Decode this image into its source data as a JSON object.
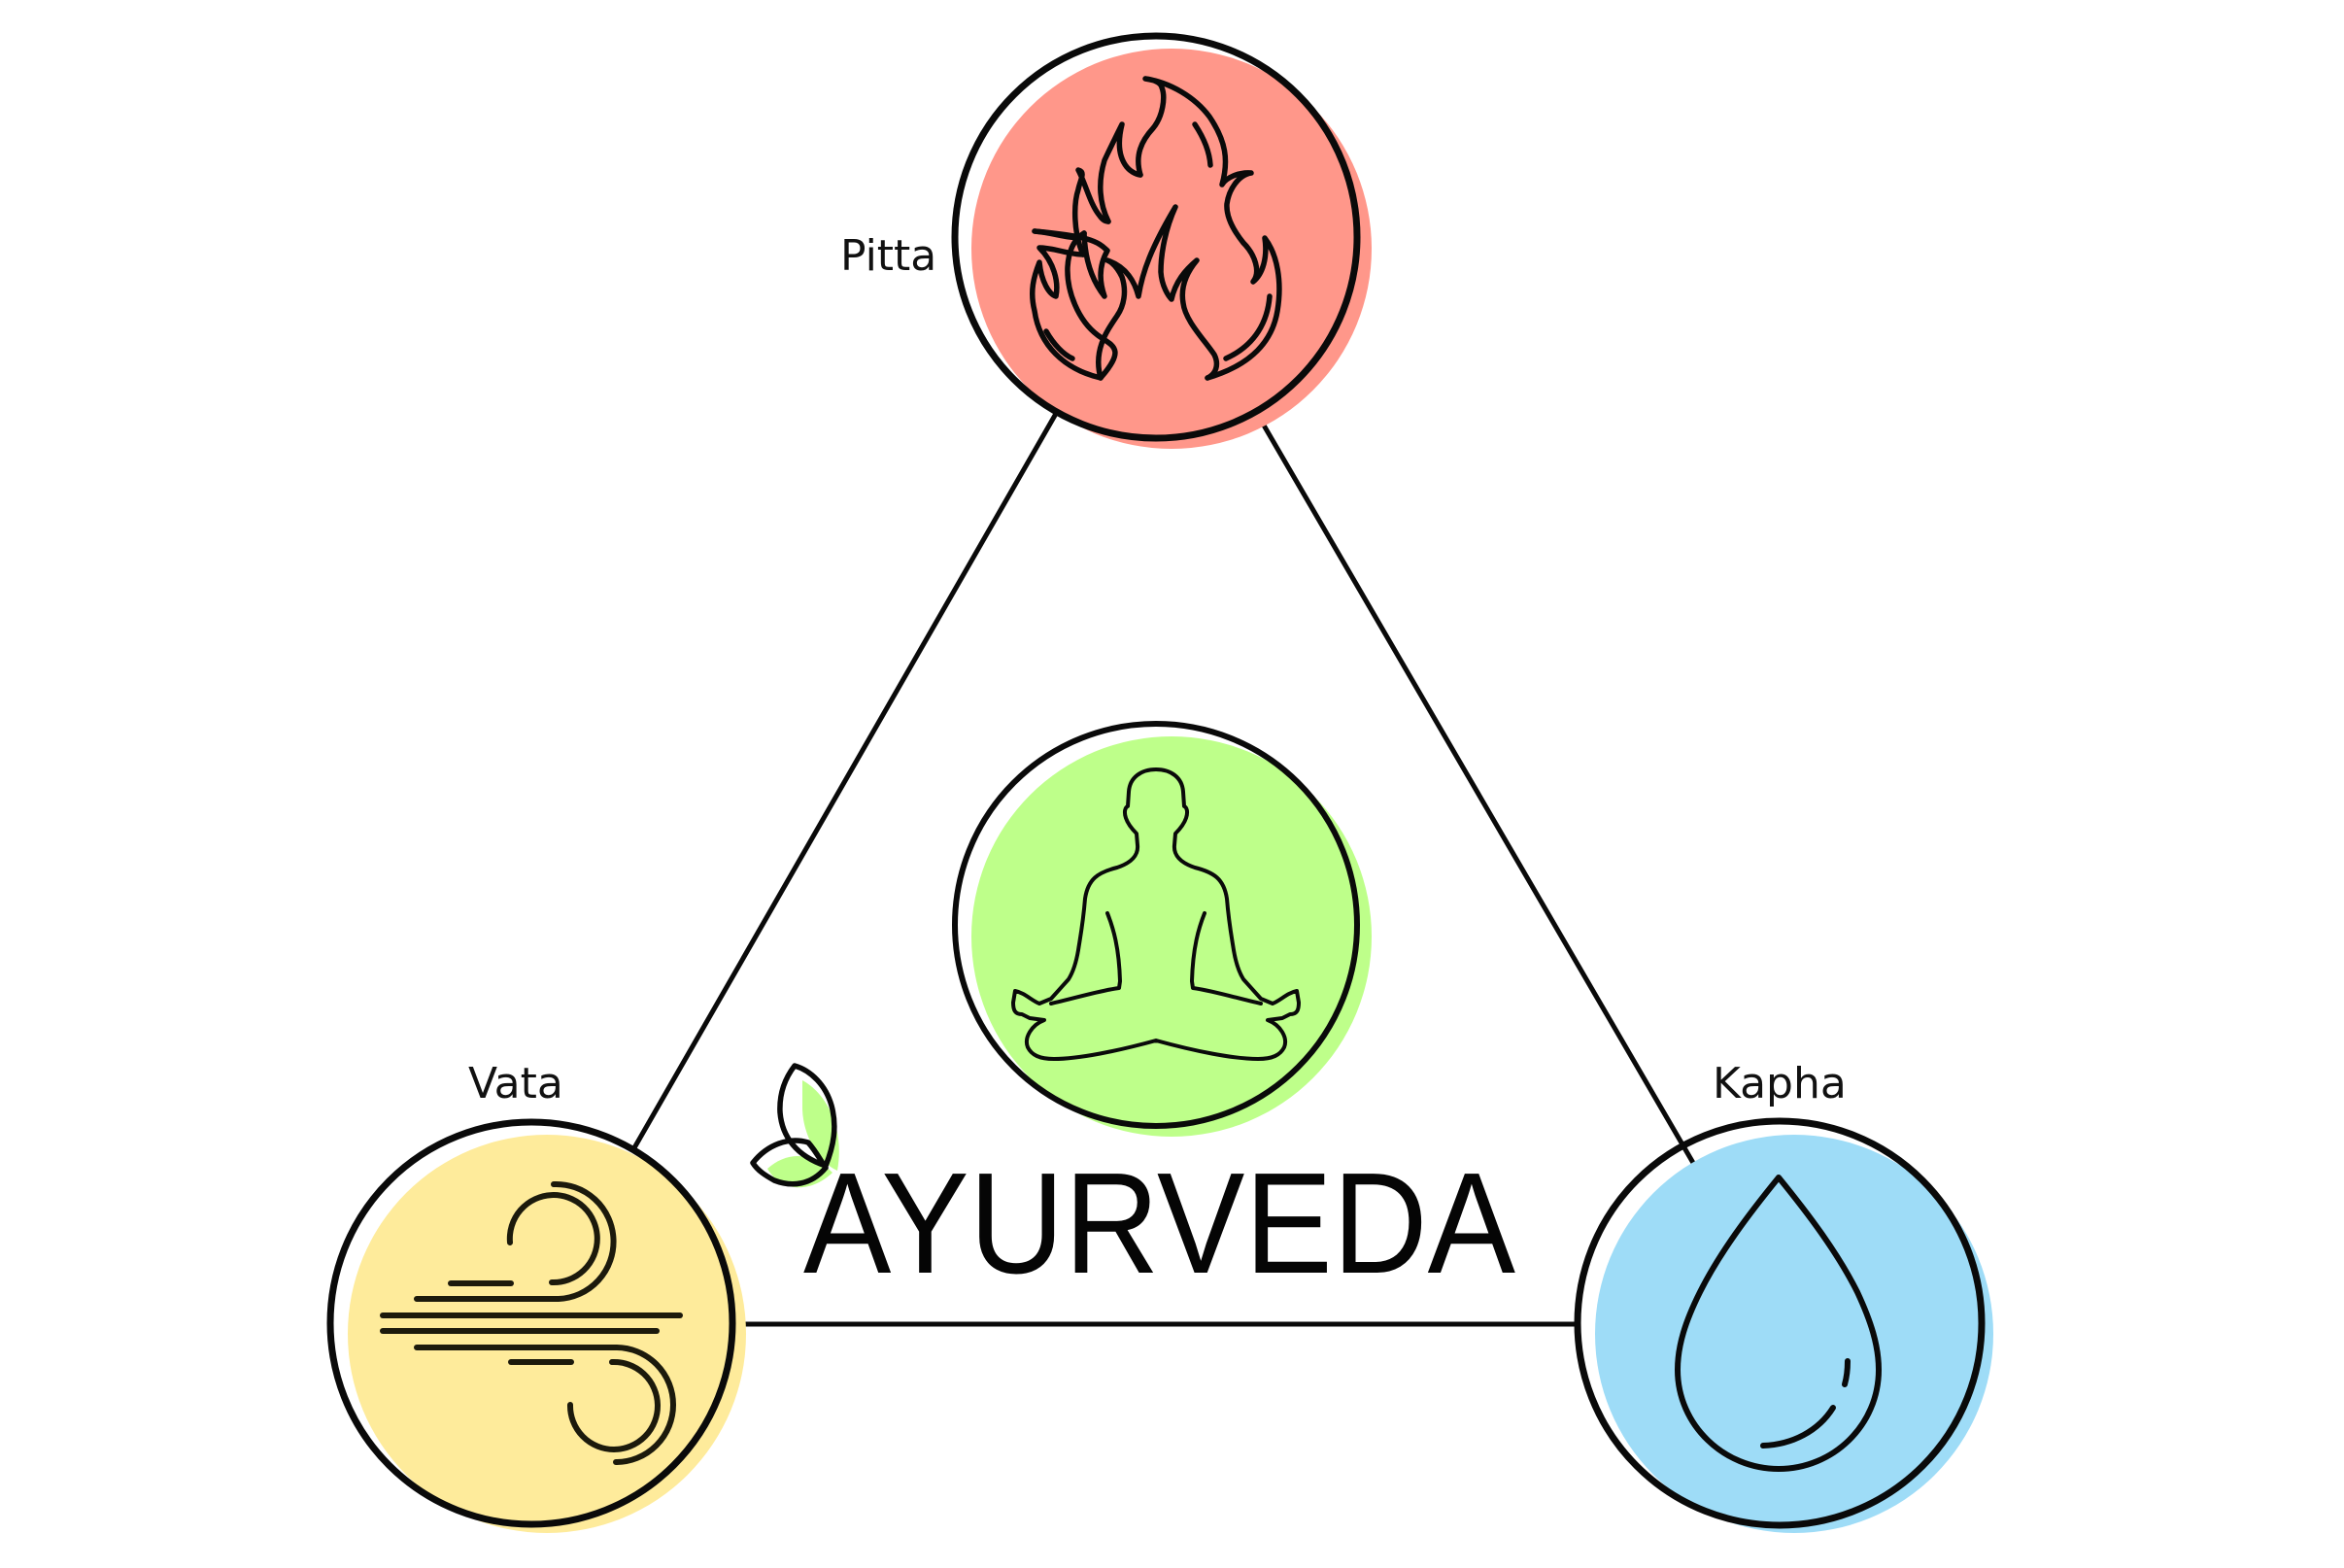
{
  "diagram": {
    "title": "AYURVEDA",
    "doshas": [
      {
        "id": "pitta",
        "label": "Pitta",
        "element_icon": "fire-icon",
        "color": "#FF978A"
      },
      {
        "id": "vata",
        "label": "Vata",
        "element_icon": "wind-icon",
        "color": "#FEEB9B"
      },
      {
        "id": "kapha",
        "label": "Kapha",
        "element_icon": "water-drop-icon",
        "color": "#9EDCF7"
      }
    ],
    "center": {
      "icon": "meditation-figure-icon",
      "color": "#BEFF8A"
    },
    "logo_leaf": {
      "icon": "leaf-icon",
      "color": "#BEFF8A"
    },
    "line_color": "#0a0a0a",
    "background": "#FFFFFF"
  }
}
